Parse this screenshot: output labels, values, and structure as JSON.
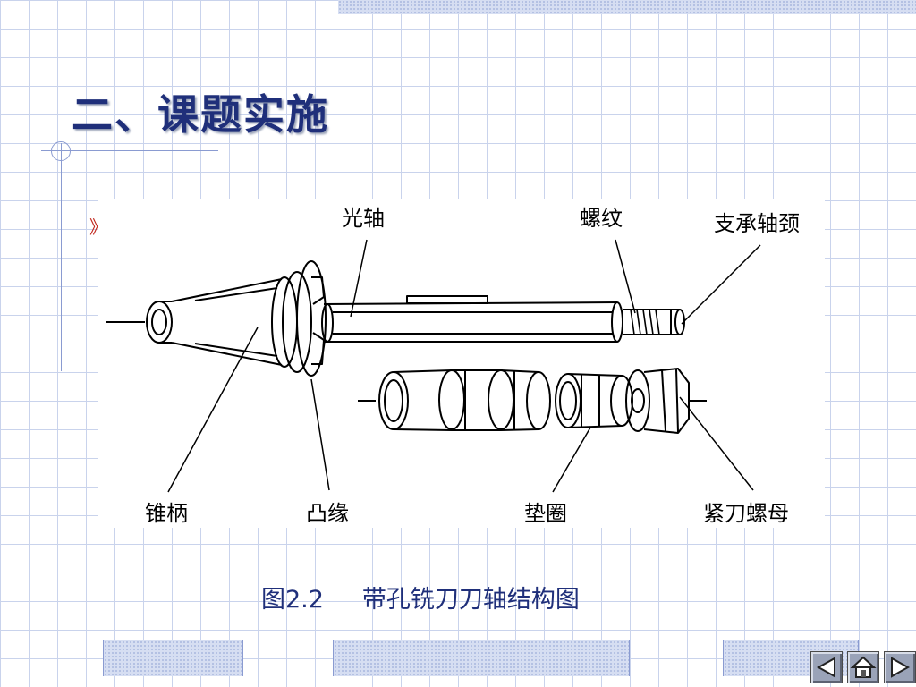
{
  "slide": {
    "title": "二、课题实施",
    "bullet_marker": "》"
  },
  "figure": {
    "labels": {
      "guangzhou": "光轴",
      "luowen": "螺纹",
      "zhichengzhoujing": "支承轴颈",
      "zhuibing": "锥柄",
      "tuyuan": "凸缘",
      "dianquan": "垫圈",
      "jindaoluomu": "紧刀螺母"
    },
    "caption": "图2.2     带孔铣刀刀轴结构图"
  },
  "navigation": {
    "prev_icon": "triangle-left",
    "home_icon": "house",
    "next_icon": "triangle-right"
  },
  "colors": {
    "title": "#1f2f7a",
    "caption": "#1f2f7a",
    "bullet": "#c0241b",
    "grid": "#c9d3ec",
    "accent_band": "#d6def2"
  }
}
